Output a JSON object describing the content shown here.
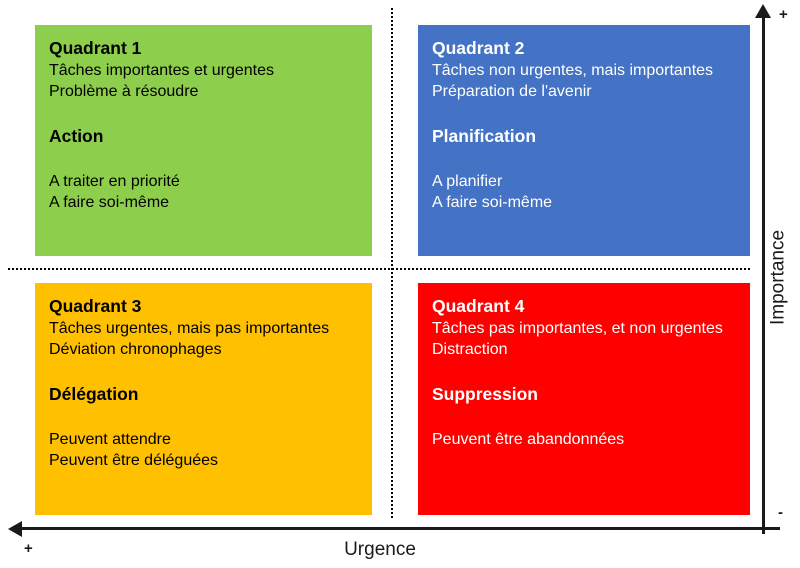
{
  "diagram": {
    "type": "eisenhower-matrix",
    "language": "fr",
    "background": "#FFFFFF"
  },
  "quadrants": [
    {
      "id": "quadrant-1",
      "title": "Quadrant 1",
      "color": "#8DCE4C",
      "text_color": "#000000",
      "descriptions": [
        "Tâches importantes et urgentes",
        "Problème à résoudre"
      ],
      "action_heading": "Action",
      "actions": [
        "A traiter en priorité",
        "A faire soi-même"
      ]
    },
    {
      "id": "quadrant-2",
      "title": "Quadrant 2",
      "color": "#4472C4",
      "text_color": "#FFFFFF",
      "descriptions": [
        "Tâches non urgentes, mais importantes",
        "Préparation de l'avenir"
      ],
      "action_heading": "Planification",
      "actions": [
        "A planifier",
        "A faire soi-même"
      ]
    },
    {
      "id": "quadrant-3",
      "title": "Quadrant 3",
      "color": "#FFC000",
      "text_color": "#000000",
      "descriptions": [
        "Tâches urgentes, mais pas importantes",
        "Déviation chronophages"
      ],
      "action_heading": "Délégation",
      "actions": [
        "Peuvent attendre",
        "Peuvent être déléguées"
      ]
    },
    {
      "id": "quadrant-4",
      "title": "Quadrant 4",
      "color": "#FF0000",
      "text_color": "#FFFFFF",
      "descriptions": [
        "Tâches pas importantes, et non urgentes",
        "Distraction"
      ],
      "action_heading": "Suppression",
      "actions": [
        "Peuvent être abandonnées"
      ]
    }
  ],
  "axes": {
    "vertical": {
      "label": "Importance",
      "positive_sign": "+",
      "negative_sign": "",
      "arrow_direction": "up",
      "color": "#1A1A1A"
    },
    "horizontal": {
      "label": "Urgence",
      "positive_sign": "+",
      "negative_sign": "-",
      "arrow_direction": "left",
      "color": "#1A1A1A"
    }
  },
  "dividers": {
    "style": "dotted",
    "color": "#000000"
  }
}
